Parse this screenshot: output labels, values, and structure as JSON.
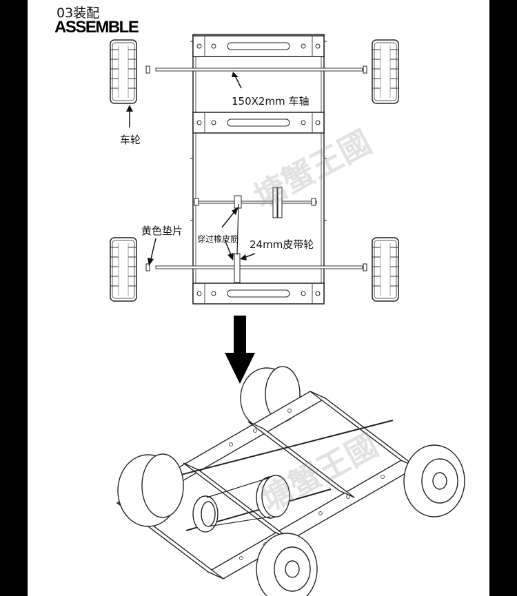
{
  "header": {
    "step": "03装配",
    "subtitle": "ASSEMBLE"
  },
  "labels": {
    "axle": "150X2mm 车轴",
    "wheel": "车轮",
    "washer": "黄色垫片",
    "rubber_band": "穿过橡皮筋",
    "pulley": "24mm皮带轮"
  },
  "watermark": {
    "text": "塘蟹王國"
  }
}
